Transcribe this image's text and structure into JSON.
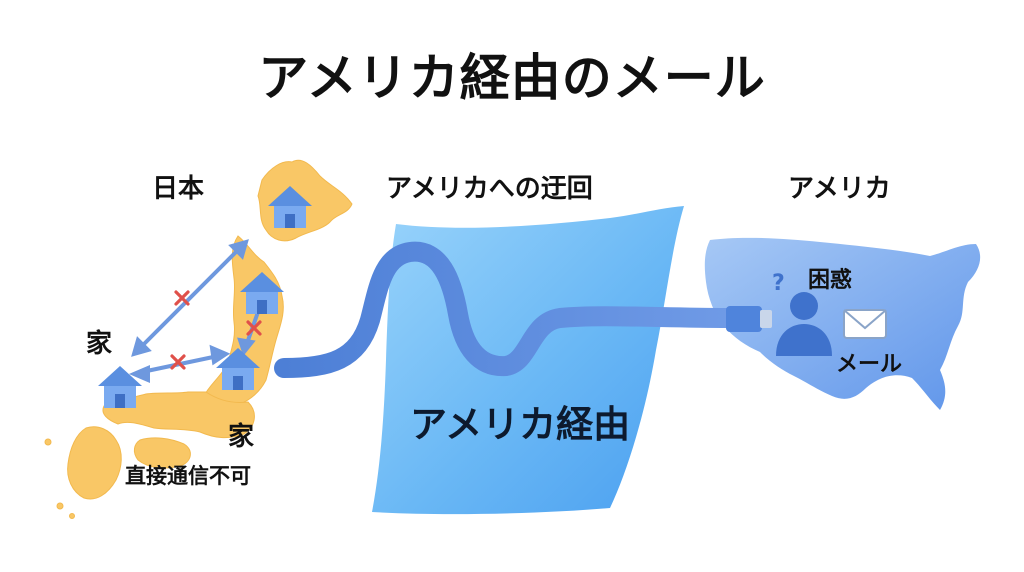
{
  "title": "アメリカ経由のメール",
  "labels": {
    "japan": "日本",
    "detour": "アメリカへの迂回",
    "usa": "アメリカ",
    "house_left": "家",
    "house_bottom": "家",
    "no_direct": "直接通信不可",
    "via_usa": "アメリカ経由",
    "confused": "困惑",
    "mail": "メール"
  },
  "icons": {
    "house": "house-icon",
    "blocked": "cross-mark-icon",
    "person": "person-icon",
    "envelope": "envelope-icon",
    "question": "question-mark-icon",
    "cable": "cable-connector-icon"
  },
  "question_mark": "?",
  "colors": {
    "japan_map": "#f9c766",
    "usa_map": "#7fb0f0",
    "ocean_band": "#6ab8f5",
    "cable": "#5b88d8",
    "house": "#5a8fe0",
    "arrow": "#6e98de",
    "blocked": "#e0504a"
  }
}
